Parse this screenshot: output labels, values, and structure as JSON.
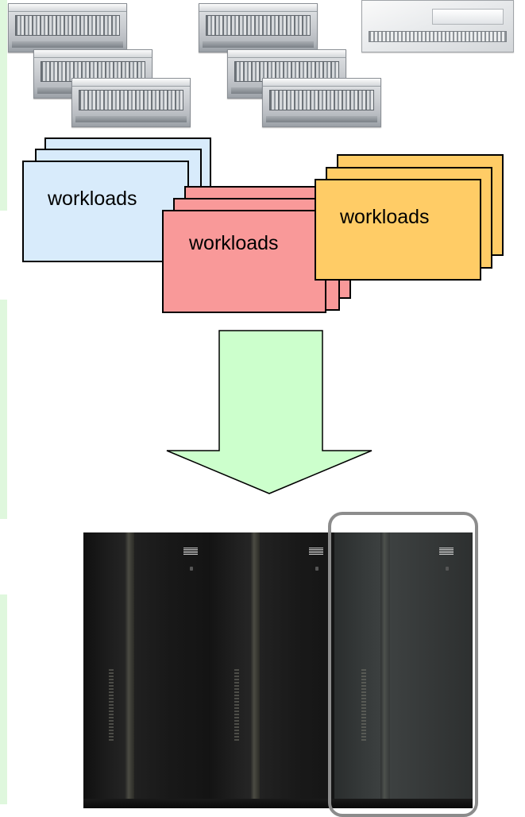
{
  "workloads": [
    {
      "label": "workloads",
      "color": "#d8ebfb"
    },
    {
      "label": "workloads",
      "color": "#f99999"
    },
    {
      "label": "workloads",
      "color": "#ffcc66"
    }
  ],
  "colors": {
    "arrow_fill": "#ccffcc",
    "side_strip": "#dff7dd",
    "highlight_frame": "#8c8c8c"
  },
  "icons": {
    "source_servers": "rack-server-icon",
    "target_system": "mainframe-icon"
  }
}
